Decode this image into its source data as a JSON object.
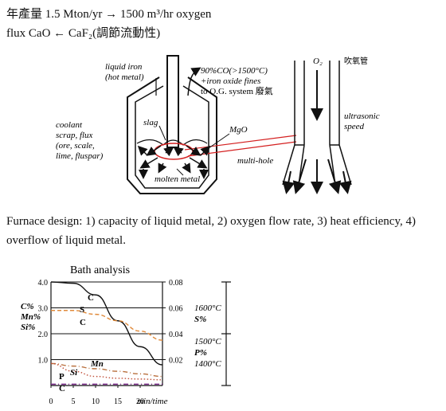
{
  "header": {
    "production": "年產量 1.5 Mton/yr → 1500 m³/hr oxygen",
    "flux": "flux CaO ← CaF₂(調節流動性)"
  },
  "furnace_figure": {
    "liquid_iron": [
      "liquid iron",
      "(hot metal)"
    ],
    "gas_out": [
      "90%CO(>1500°C)",
      "+iron oxide fines",
      "to O.G. system 廢氣"
    ],
    "coolant": [
      "coolant",
      "scrap, flux",
      "(ore, scale,",
      "lime, fluspar)"
    ],
    "slag": "slag",
    "mgo": "MgO",
    "molten_metal": "molten metal",
    "lance_o2": "O₂",
    "lance_cn": "吹氧管",
    "ultrasonic": [
      "ultrasonic",
      "speed"
    ],
    "multi_hole": "multi-hole"
  },
  "paragraph": "Furnace design: 1) capacity of liquid metal, 2) oxygen flow rate, 3) heat efficiency, 4) overflow of liquid metal.",
  "bath_chart": {
    "title": "Bath analysis",
    "left_axis_label": [
      "C%",
      "Mn%",
      "Si%"
    ],
    "left_ticks": [
      "4.0",
      "3.0",
      "2.0",
      "1.0"
    ],
    "right_ticks": [
      "0.08",
      "0.06",
      "0.04",
      "0.02"
    ],
    "x_ticks": [
      "0",
      "5",
      "10",
      "15",
      "20"
    ],
    "x_unit": "min/time",
    "series_labels": {
      "c_top": "C",
      "s": "S",
      "c_mid": "C",
      "mn": "Mn",
      "si": "Si",
      "p": "P",
      "c_bottom": "C"
    },
    "temp_labels": {
      "t1600": "1600°C",
      "s_pct": "S%",
      "t1500": "1500°C",
      "p_pct": "P%",
      "t1400": "1400°C"
    }
  },
  "chart_data": {
    "type": "line",
    "title": "Bath analysis",
    "x": [
      0,
      5,
      10,
      15,
      20,
      25
    ],
    "xlim": [
      0,
      25
    ],
    "ylim_left": [
      0,
      4
    ],
    "ylim_right": [
      0,
      0.08
    ],
    "series": [
      {
        "name": "C",
        "axis": "left",
        "color": "#111111",
        "style": "solid",
        "values": [
          4.0,
          3.95,
          3.5,
          2.5,
          1.5,
          0.8
        ]
      },
      {
        "name": "S",
        "axis": "right",
        "color": "#e08a3a",
        "style": "dashed",
        "values": [
          0.058,
          0.058,
          0.055,
          0.05,
          0.042,
          0.035
        ]
      },
      {
        "name": "Mn",
        "axis": "left",
        "color": "#b9703e",
        "style": "dashdot",
        "values": [
          0.85,
          0.75,
          0.65,
          0.55,
          0.45,
          0.35
        ]
      },
      {
        "name": "Si",
        "axis": "left",
        "color": "#c0503a",
        "style": "dotted",
        "values": [
          0.85,
          0.55,
          0.35,
          0.28,
          0.25,
          0.22
        ]
      },
      {
        "name": "P",
        "axis": "left",
        "color": "#7a2a8a",
        "style": "dashdot",
        "values": [
          0.05,
          0.05,
          0.05,
          0.05,
          0.05,
          0.05
        ]
      }
    ]
  }
}
